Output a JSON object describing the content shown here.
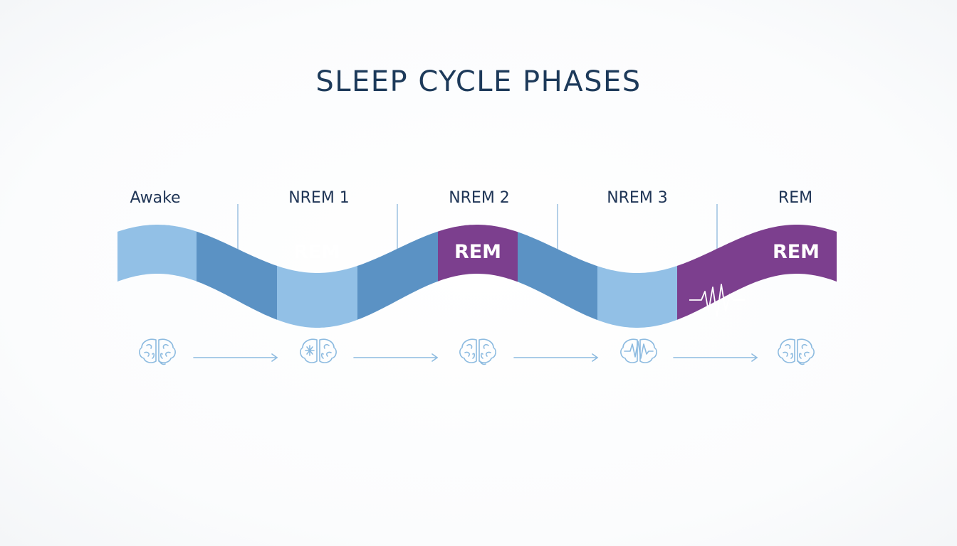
{
  "title": "SLEEP CYCLE PHASES",
  "phases": [
    {
      "label": "Awake"
    },
    {
      "label": "NREM 1"
    },
    {
      "label": "NREM 2"
    },
    {
      "label": "NREM 3"
    },
    {
      "label": "REM"
    }
  ],
  "wave_labels": [
    "REM",
    "REM",
    "REM"
  ],
  "icons": [
    "brain-icon",
    "brain-snowflake-icon",
    "brain-icon",
    "brain-pulse-icon",
    "brain-icon"
  ],
  "colors": {
    "title": "#1d3a5a",
    "light_blue": "#92c0e6",
    "mid_blue": "#5b92c4",
    "purple": "#7c3f8e",
    "icon": "#8dbbe0",
    "divider": "#9cc0e0"
  }
}
